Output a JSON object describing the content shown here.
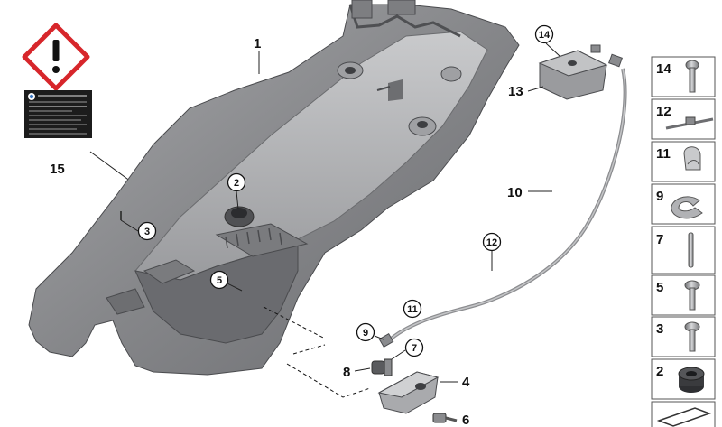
{
  "callouts": {
    "c1": "1",
    "c2": "2",
    "c3": "3",
    "c4": "4",
    "c5": "5",
    "c6": "6",
    "c7": "7",
    "c8": "8",
    "c9": "9",
    "c10": "10",
    "c11": "11",
    "c12": "12",
    "c13": "13",
    "c14": "14",
    "c15": "15"
  },
  "parts_column": [
    {
      "num": "14"
    },
    {
      "num": "12"
    },
    {
      "num": "11"
    },
    {
      "num": "9"
    },
    {
      "num": "7"
    },
    {
      "num": "5"
    },
    {
      "num": "3"
    },
    {
      "num": "2"
    }
  ],
  "colors": {
    "part_fill": "#8a8b8e",
    "part_dark": "#5d5e62",
    "part_light": "#b4b5b8",
    "warning_red": "#d7262b",
    "label_black": "#1c1c1c"
  }
}
